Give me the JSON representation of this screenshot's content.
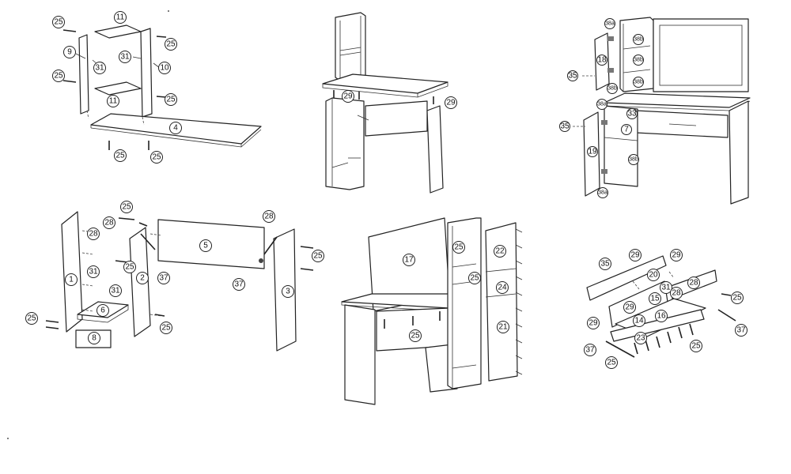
{
  "step1": {
    "labels": [
      "25",
      "11",
      "25",
      "9",
      "31",
      "31",
      "10",
      "25",
      "25",
      "11",
      "4",
      "25",
      "25"
    ]
  },
  "step2": {
    "labels": [
      "29",
      "29"
    ]
  },
  "step3": {
    "labels": [
      "38a",
      "38b",
      "35",
      "18",
      "38b",
      "38b",
      "38b",
      "38a",
      "35",
      "33",
      "7",
      "19",
      "38b",
      "38a"
    ]
  },
  "step4": {
    "labels": [
      "25",
      "28",
      "28",
      "28",
      "25",
      "5",
      "37",
      "25",
      "31",
      "2",
      "1",
      "31",
      "37",
      "6",
      "3",
      "25",
      "25",
      "8"
    ]
  },
  "step5": {
    "labels": [
      "17",
      "25",
      "25",
      "22",
      "24",
      "21",
      "25"
    ]
  },
  "step6": {
    "labels": [
      "35",
      "29",
      "29",
      "20",
      "31",
      "28",
      "29",
      "15",
      "28",
      "25",
      "16",
      "14",
      "23",
      "29",
      "25",
      "37",
      "37",
      "25"
    ]
  }
}
